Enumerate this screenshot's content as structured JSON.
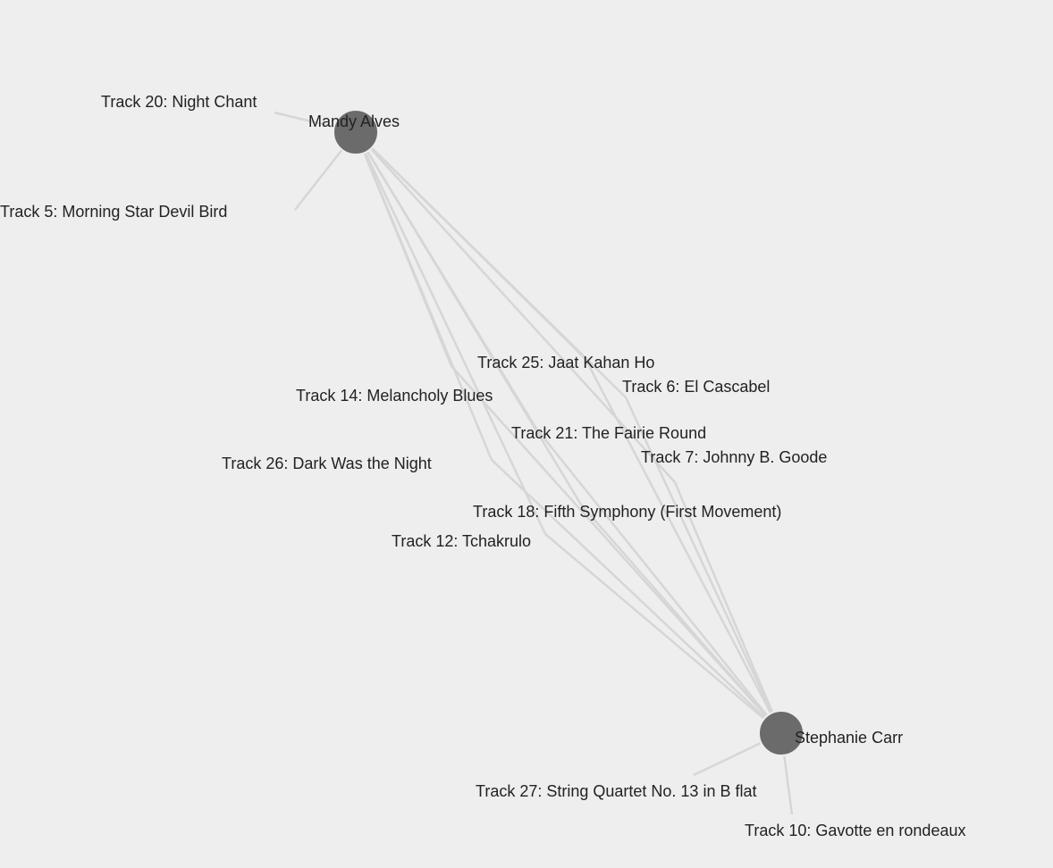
{
  "graph": {
    "node_color": "#6b6b6b",
    "edge_color": "#d6d6d6",
    "people": [
      {
        "id": "mandy",
        "name": "Mandy Alves"
      },
      {
        "id": "stephanie",
        "name": "Stephanie Carr"
      }
    ],
    "tracks": [
      {
        "title": "Track 20: Night Chant",
        "people": [
          "mandy"
        ]
      },
      {
        "title": "Track 5: Morning Star Devil Bird",
        "people": [
          "mandy"
        ]
      },
      {
        "title": "Track 25: Jaat Kahan Ho",
        "people": [
          "mandy",
          "stephanie"
        ]
      },
      {
        "title": "Track 6: El Cascabel",
        "people": [
          "mandy",
          "stephanie"
        ]
      },
      {
        "title": "Track 14: Melancholy Blues",
        "people": [
          "mandy",
          "stephanie"
        ]
      },
      {
        "title": "Track 21: The Fairie Round",
        "people": [
          "mandy",
          "stephanie"
        ]
      },
      {
        "title": "Track 7: Johnny B. Goode",
        "people": [
          "mandy",
          "stephanie"
        ]
      },
      {
        "title": "Track 26: Dark Was the Night",
        "people": [
          "mandy",
          "stephanie"
        ]
      },
      {
        "title": "Track 18: Fifth Symphony (First Movement)",
        "people": [
          "mandy",
          "stephanie"
        ]
      },
      {
        "title": "Track 12: Tchakrulo",
        "people": [
          "mandy",
          "stephanie"
        ]
      },
      {
        "title": "Track 27: String Quartet No. 13 in B flat",
        "people": [
          "stephanie"
        ]
      },
      {
        "title": "Track 10: Gavotte en rondeaux",
        "people": [
          "stephanie"
        ]
      }
    ]
  }
}
